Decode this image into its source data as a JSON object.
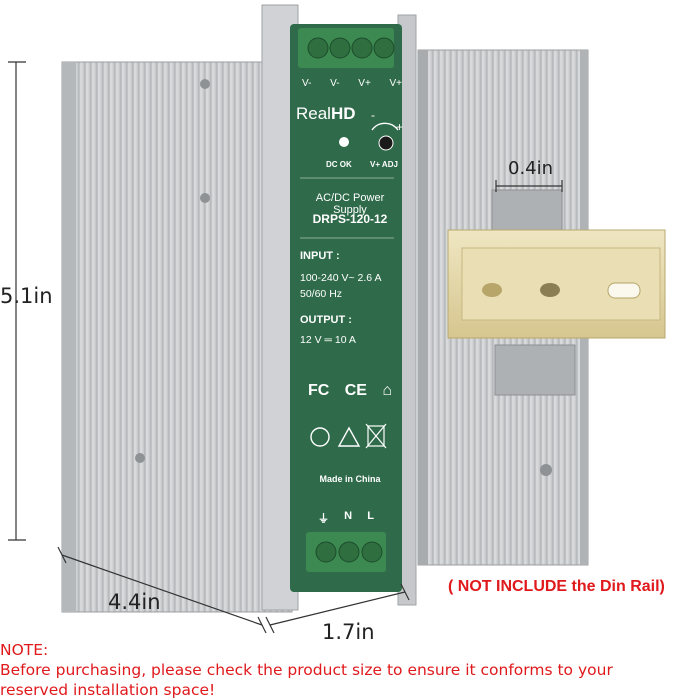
{
  "dimensions": {
    "height": "5.1in",
    "depth": "4.4in",
    "width": "1.7in",
    "rail_slot": "0.4in"
  },
  "panel": {
    "terminal_labels_top": [
      "V-",
      "V-",
      "V+",
      "V+"
    ],
    "brand_prefix": "Real",
    "brand_suffix": "HD",
    "adj_minus": "-",
    "adj_plus": "+",
    "dc_ok": "DC OK",
    "v_adj": "V+ ADJ",
    "product_line": "AC/DC Power Supply",
    "model": "DRPS-120-12",
    "input_heading": "INPUT :",
    "input_line1": "100-240 V~  2.6 A",
    "input_line2": "50/60 Hz",
    "output_heading": "OUTPUT :",
    "output_line": "12 V ═ 10 A",
    "cert_marks": [
      "FC",
      "CE",
      "⌂"
    ],
    "made_in": "Made in China",
    "terminal_labels_bottom": [
      "⏚",
      "N",
      "L"
    ]
  },
  "callout": "( NOT INCLUDE the Din Rail)",
  "note": {
    "heading": "NOTE:",
    "line1": "Before purchasing, please check the product size to ensure it conforms to your",
    "line2": "reserved installation space!"
  },
  "colors": {
    "panel_green": "#2f6b4a",
    "terminal_green": "#3c8a52",
    "aluminum": "#c9cbce",
    "din_rail": "#e3d6a8",
    "note_red": "#e0191c"
  }
}
